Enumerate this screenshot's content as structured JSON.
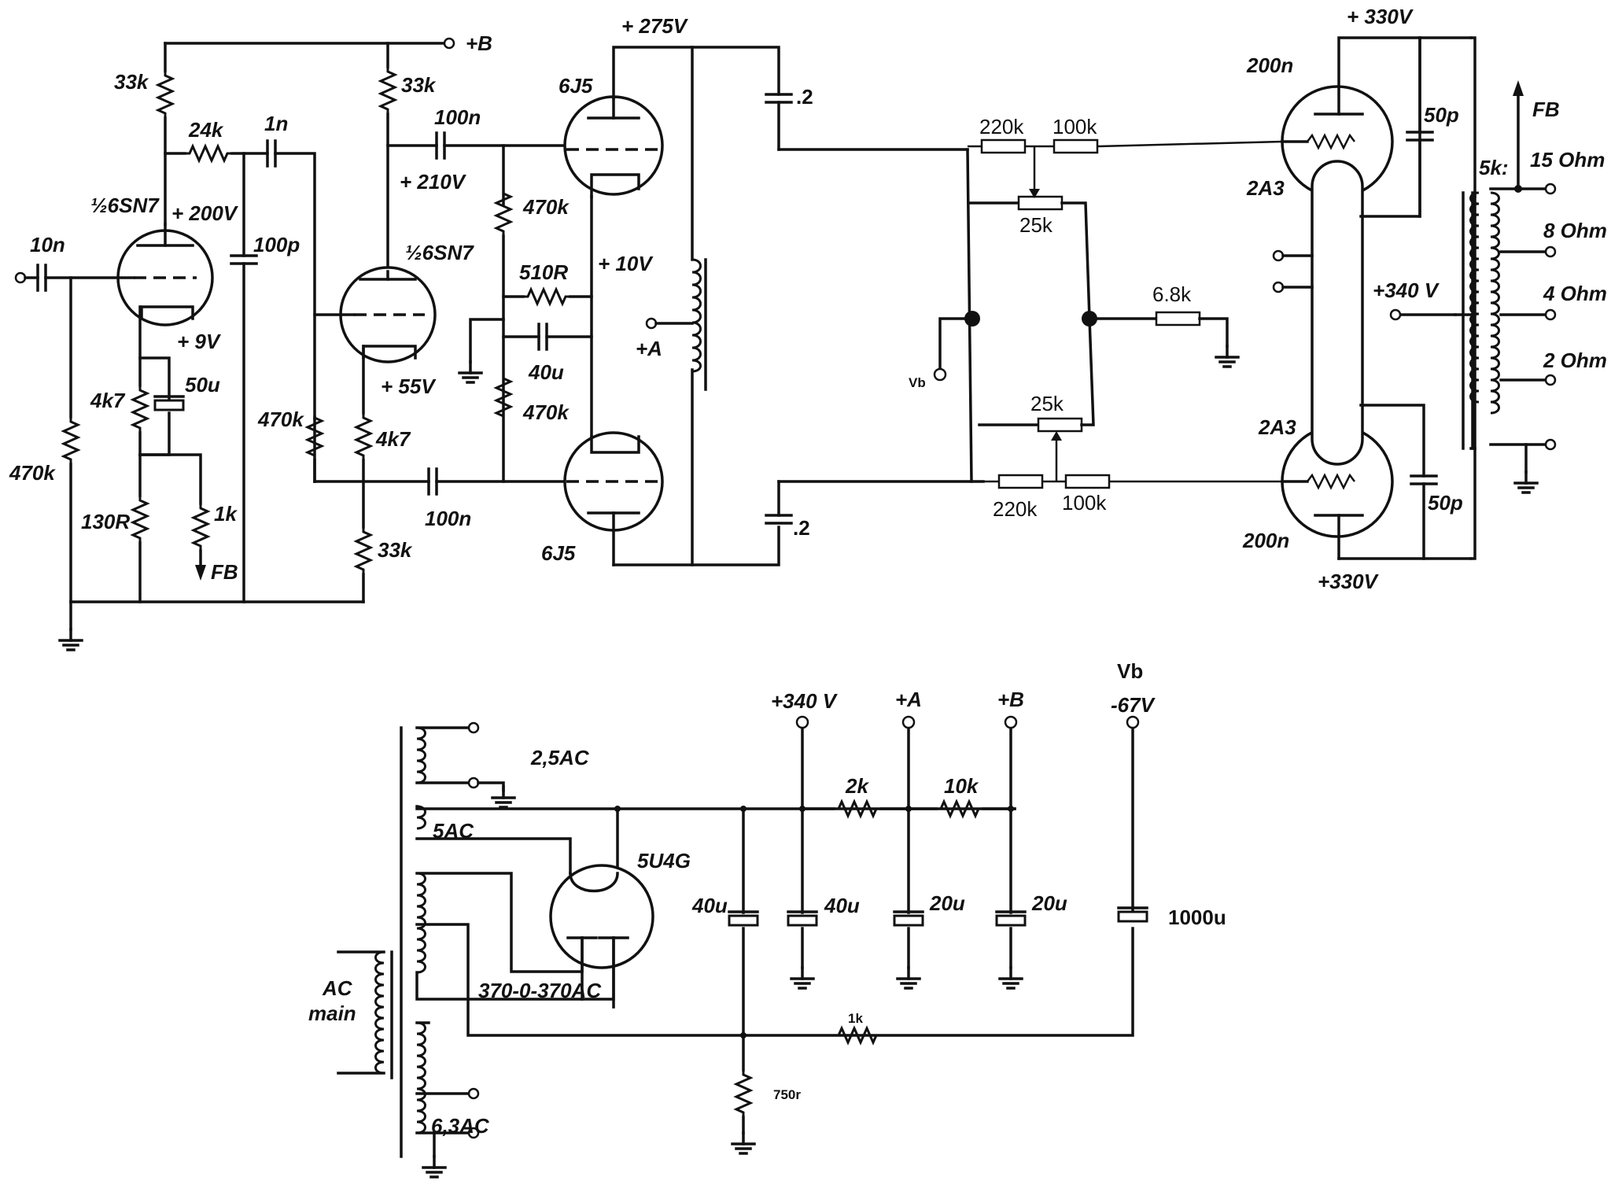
{
  "labels": {
    "plusB": "+B",
    "r33k_a": "33k",
    "r33k_b": "33k",
    "r24k": "24k",
    "c1n": "1n",
    "c100n_a": "100n",
    "c10n": "10n",
    "tube1": "½6SN7",
    "v200": "+ 200V",
    "c100p": "100p",
    "tube2": "½6SN7",
    "v210": "+ 210V",
    "v9": "+ 9V",
    "c50u": "50u",
    "r4k7_a": "4k7",
    "r470k_a": "470k",
    "r130R": "130R",
    "r1k": "1k",
    "fb1": "FB",
    "r470k_b": "470k",
    "r4k7_b": "4k7",
    "v55": "+ 55V",
    "r33k_c": "33k",
    "c100n_b": "100n",
    "r470k_c": "470k",
    "r510R": "510R",
    "v10": "+ 10V",
    "c40u_a": "40u",
    "r470k_d": "470k",
    "tube_6j5_top": "6J5",
    "tube_6j5_bot": "6J5",
    "v275": "+ 275V",
    "plusA": "+A",
    "c02_top": ".2",
    "c02_bot": ".2",
    "r220k_top": "220k",
    "r100k_top": "100k",
    "pot25k_top": "25k",
    "r6k8": "6.8k",
    "vb_small": "Vb",
    "pot25k_bot": "25k",
    "r220k_bot": "220k",
    "r100k_bot": "100k",
    "v330_top": "+ 330V",
    "r200n_top": "200n",
    "c50p_top": "50p",
    "tube_2a3_top": "2A3",
    "tube_2a3_bot": "2A3",
    "r200n_bot": "200n",
    "v330_bot": "+330V",
    "c50p_bot": "50p",
    "v340_out": "+340 V",
    "fb2": "FB",
    "ot_5k": "5k:",
    "tap15": "15 Ohm",
    "tap8": "8 Ohm",
    "tap4": "4 Ohm",
    "tap2": "2 Ohm",
    "ps_25ac": "2,5AC",
    "ps_5ac": "5AC",
    "ps_5u4g": "5U4G",
    "ps_370": "370-0-370AC",
    "ps_ac": "AC",
    "ps_main": "main",
    "ps_63ac": "6,3AC",
    "ps_340": "+340 V",
    "ps_A": "+A",
    "ps_B": "+B",
    "ps_vb": "Vb",
    "ps_67": "-67V",
    "ps_2k": "2k",
    "ps_10k": "10k",
    "ps_40u_a": "40u",
    "ps_40u_b": "40u",
    "ps_20u_a": "20u",
    "ps_20u_b": "20u",
    "ps_1000u": "1000u",
    "ps_1k": "1k",
    "ps_750r": "750r"
  }
}
